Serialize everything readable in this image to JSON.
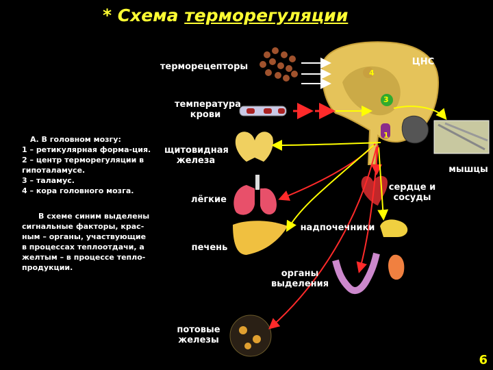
{
  "title": {
    "star": "*",
    "word1": "Схема",
    "word2": "терморегуляции"
  },
  "labels": {
    "thermoreceptors": "терморецепторы",
    "cns": "ЦНС",
    "blood_temp": "температура крови",
    "thyroid": "щитовидная железа",
    "muscles": "мышцы",
    "heart": "сердце и сосуды",
    "lungs": "лёгкие",
    "adrenals": "надпочечники",
    "liver": "печень",
    "excretory": "органы выделения",
    "sweat": "потовые железы"
  },
  "brain_markers": {
    "m1": "1",
    "m3": "3",
    "m4": "4"
  },
  "legend_lines": [
    "А. В головном мозгу:",
    "1 – ретикулярная форма-ция.",
    "2 – центр терморегуляции в гипоталамусе.",
    "3 – таламус.",
    "4 – кора головного мозга."
  ],
  "note_lines": [
    "В схеме синим выделены",
    "сигнальные факторы, крас-",
    "ным – органы, участвующие",
    "в процессах теплоотдачи, а",
    "желтым – в процессе тепло-",
    "продукции."
  ],
  "page_number": "6",
  "colors": {
    "yellow": "#ffff00",
    "red": "#ff2a2a",
    "white": "#ffffff",
    "background": "#000000"
  }
}
